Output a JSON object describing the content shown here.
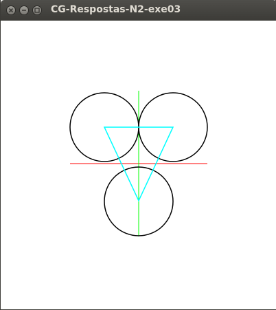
{
  "window": {
    "title": "CG-Respostas-N2-exe03",
    "controls": [
      "close-icon",
      "minimize-icon",
      "maximize-icon"
    ]
  },
  "drawing": {
    "background": "#ffffff",
    "axis_colors": {
      "horizontal": "#ff0000",
      "vertical": "#00ff00"
    },
    "circle_color": "#000000",
    "triangle_color": "#00ffff",
    "circle_count": 3,
    "triangle_orientation": "pointing down"
  }
}
